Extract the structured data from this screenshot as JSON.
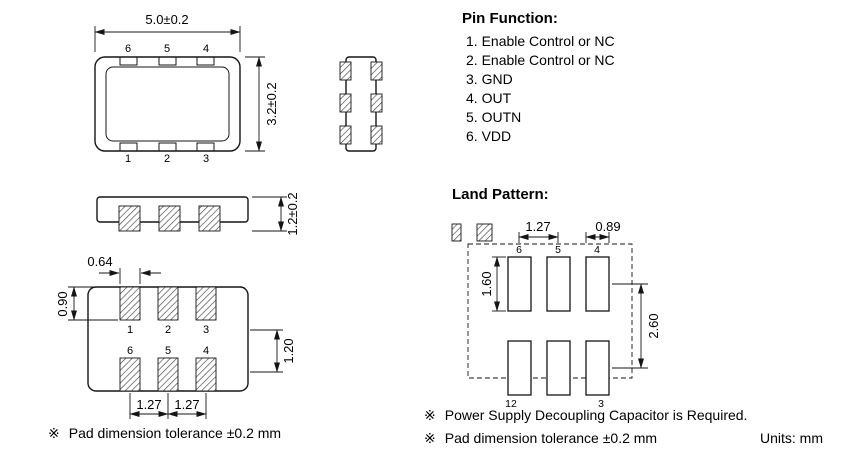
{
  "pin_function": {
    "title": "Pin Function:",
    "items": [
      "1. Enable Control or NC",
      "2. Enable Control or NC",
      "3. GND",
      "4. OUT",
      "5. OUTN",
      "6. VDD"
    ]
  },
  "top_view": {
    "width_dim": "5.0±0.2",
    "height_dim": "3.2±0.2",
    "pins_top": [
      "6",
      "5",
      "4"
    ],
    "pins_bottom": [
      "1",
      "2",
      "3"
    ]
  },
  "side_view": {
    "height_dim": "1.2±0.2"
  },
  "bottom_view": {
    "dim_pad_width": "0.64",
    "dim_pad_height": "0.90",
    "dim_bottom_pad": "1.20",
    "dim_pitch": [
      "1.27",
      "1.27"
    ],
    "pins_top_row": [
      "1",
      "2",
      "3"
    ],
    "pins_bottom_row": [
      "6",
      "5",
      "4"
    ]
  },
  "land_pattern": {
    "title": "Land Pattern:",
    "dim_pitch": "1.27",
    "dim_pad_width": "0.89",
    "dim_pad_height": "1.60",
    "dim_row_span": "2.60",
    "pads_top": [
      "6",
      "5",
      "4"
    ],
    "pad_label_bottom_left": "12",
    "pad_label_bottom_right": "3"
  },
  "notes": {
    "marker": "※",
    "left": "Pad dimension tolerance ±0.2 mm",
    "right_1": "Power Supply Decoupling Capacitor is Required.",
    "right_2": "Pad dimension tolerance ±0.2 mm",
    "units": "Units: mm"
  }
}
